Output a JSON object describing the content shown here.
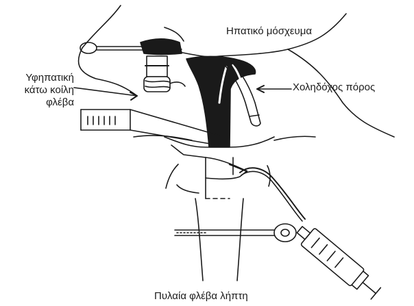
{
  "labels": {
    "graft": "Ηπατικό μόσχευμα",
    "ivc_line1": "Υφηπατική",
    "ivc_line2": "κάτω κοίλη",
    "ivc_line3": "φλέβα",
    "bile_duct": "Χοληδόχος πόρος",
    "portal_vein": "Πυλαία φλέβα λήπτη"
  },
  "colors": {
    "ink": "#1a1a1a",
    "background": "#ffffff"
  }
}
